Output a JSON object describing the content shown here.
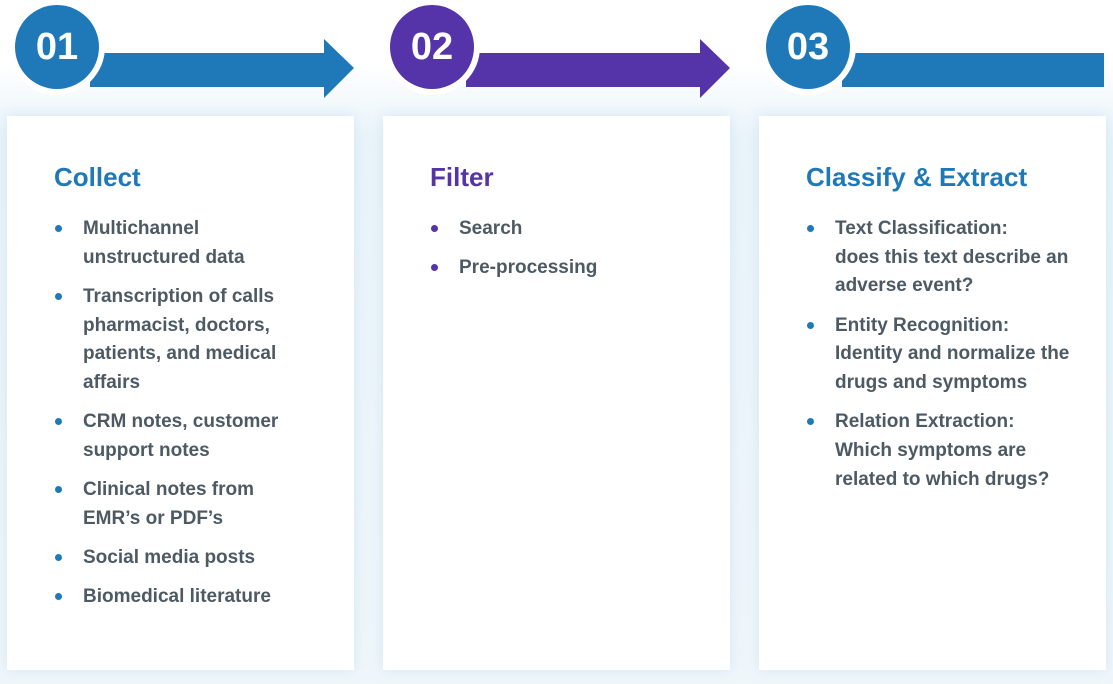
{
  "colors": {
    "blue": "#1f79b8",
    "purple": "#5533a8",
    "text": "#4d5a63"
  },
  "steps": [
    {
      "number": "01",
      "title": "Collect",
      "color": "#1f79b8",
      "items": [
        {
          "text": "Multichannel unstructured data"
        },
        {
          "text": "Transcription of calls pharmacist, doctors, patients, and medical affairs"
        },
        {
          "text": "CRM notes, customer support notes"
        },
        {
          "text": "Clinical notes from EMR’s or PDF’s"
        },
        {
          "text": "Social media posts"
        },
        {
          "text": "Biomedical literature"
        }
      ]
    },
    {
      "number": "02",
      "title": "Filter",
      "color": "#5533a8",
      "items": [
        {
          "text": "Search"
        },
        {
          "text": "Pre-processing"
        }
      ]
    },
    {
      "number": "03",
      "title": "Classify & Extract",
      "color": "#1f79b8",
      "items": [
        {
          "head": "Text Classification:",
          "text": "does this text describe an adverse event?"
        },
        {
          "head": "Entity Recognition:",
          "text": "Identity and normalize the drugs and symptoms"
        },
        {
          "head": "Relation Extraction:",
          "text": "Which symptoms are related to which drugs?"
        }
      ]
    }
  ]
}
